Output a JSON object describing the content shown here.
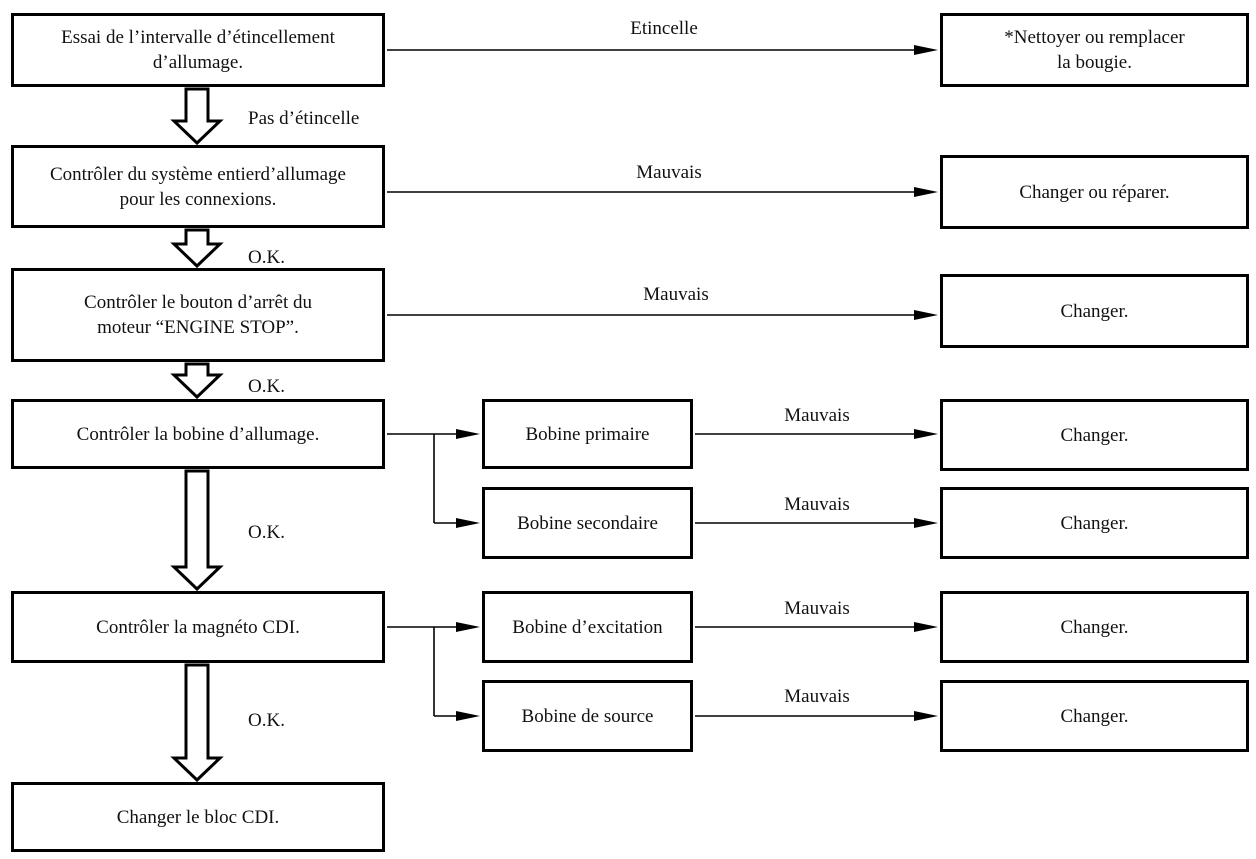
{
  "diagram": {
    "colors": {
      "ink": "#000000",
      "paper": "#ffffff"
    },
    "main_steps": [
      {
        "id": "s1",
        "lines": [
          "Essai de l’intervalle d’étincellement",
          "d’allumage."
        ]
      },
      {
        "id": "s2",
        "lines": [
          "Contrôler du système entierd’allumage",
          "pour les connexions."
        ]
      },
      {
        "id": "s3",
        "lines": [
          "Contrôler le bouton d’arrêt du",
          "moteur “ENGINE STOP”."
        ]
      },
      {
        "id": "s4",
        "lines": [
          "Contrôler la bobine d’allumage."
        ]
      },
      {
        "id": "s5",
        "lines": [
          "Contrôler la magnéto CDI."
        ]
      },
      {
        "id": "s6",
        "lines": [
          "Changer le bloc CDI."
        ]
      }
    ],
    "sub_checks": [
      {
        "id": "c1",
        "label": "Bobine primaire"
      },
      {
        "id": "c2",
        "label": "Bobine secondaire"
      },
      {
        "id": "c3",
        "label": "Bobine d’excitation"
      },
      {
        "id": "c4",
        "label": "Bobine de source"
      }
    ],
    "results": [
      {
        "id": "r1",
        "lines": [
          "*Nettoyer ou remplacer",
          "la bougie."
        ]
      },
      {
        "id": "r2",
        "lines": [
          "Changer ou réparer."
        ]
      },
      {
        "id": "r3",
        "lines": [
          "Changer."
        ]
      },
      {
        "id": "r4",
        "lines": [
          "Changer."
        ]
      },
      {
        "id": "r5",
        "lines": [
          "Changer."
        ]
      },
      {
        "id": "r6",
        "lines": [
          "Changer."
        ]
      },
      {
        "id": "r7",
        "lines": [
          "Changer."
        ]
      }
    ],
    "branch_labels": {
      "spark": "Etincelle",
      "bad_2": "Mauvais",
      "bad_3": "Mauvais",
      "bad_c1": "Mauvais",
      "bad_c2": "Mauvais",
      "bad_c3": "Mauvais",
      "bad_c4": "Mauvais"
    },
    "flow_labels": {
      "no_spark": "Pas d’étincelle",
      "ok_2": "O.K.",
      "ok_3": "O.K.",
      "ok_4": "O.K.",
      "ok_5": "O.K."
    }
  }
}
